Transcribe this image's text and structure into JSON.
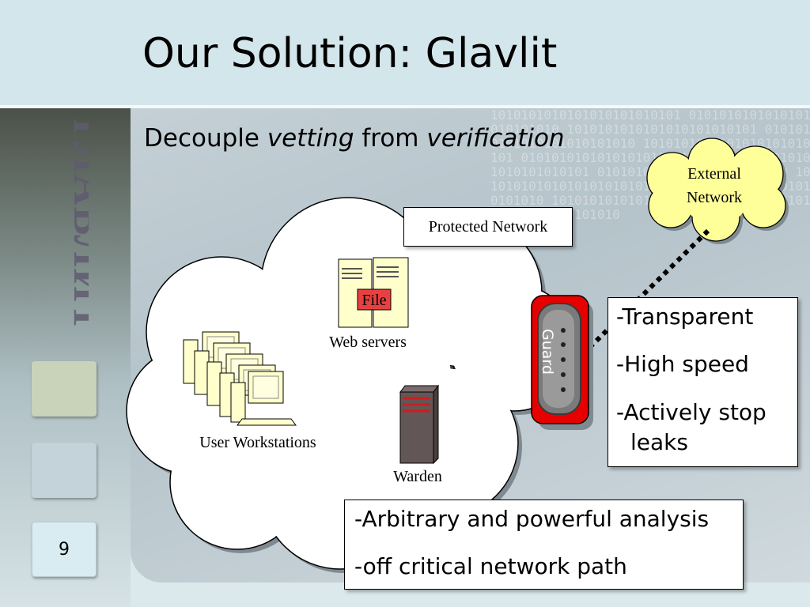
{
  "slide": {
    "title": "Our Solution: Glavlit",
    "subtitle": {
      "part1": "Decouple ",
      "part2": "vetting",
      "part3": " from ",
      "part4": "verification"
    },
    "sidebar_text": "ГЛАВЛИТ",
    "page_number": "9"
  },
  "diagram": {
    "external_network": "External Network",
    "external_network_line1": "External",
    "external_network_line2": "Network",
    "protected_network": "Protected Network",
    "file_label": "File",
    "web_servers": "Web servers",
    "user_workstations": "User Workstations",
    "warden": "Warden",
    "guard": "Guard"
  },
  "guard_properties": [
    "-Transparent",
    "-High speed",
    "-Actively stop leaks"
  ],
  "guard_properties_wrapped": {
    "line3a": "-Actively stop",
    "line3b": "leaks"
  },
  "warden_properties": [
    "-Arbitrary and powerful analysis",
    "-off critical network path"
  ],
  "colors": {
    "header_bg": "#d3e6ec",
    "guard_red": "#e60000",
    "cloud_yellow": "#ffff99",
    "file_red": "#e84040"
  }
}
